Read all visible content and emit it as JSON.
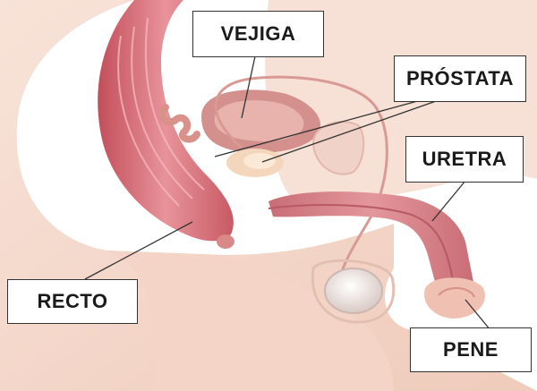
{
  "labels": {
    "vejiga": "VEJIGA",
    "prostata": "PRÓSTATA",
    "uretra": "URETRA",
    "recto": "RECTO",
    "pene": "PENE"
  },
  "colors": {
    "skin": "#f6dcd0",
    "skin_shadow": "#e9bfae",
    "muscle": "#e07f86",
    "muscle_dark": "#c85a64",
    "bladder": "#d99a96",
    "prostate": "#f2d2b8",
    "leader_line": "#333333"
  }
}
